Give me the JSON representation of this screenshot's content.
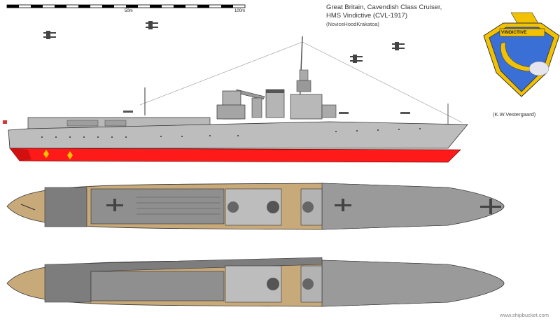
{
  "title": {
    "line1": "Great Britain, Cavendish Class Cruiser,",
    "line2": "HMS Vindictive (CVL-1917)",
    "authors": "(NoviceHoodKrakatoa)"
  },
  "scale_bar": {
    "label_mid": "50m",
    "label_end": "100m"
  },
  "crest": {
    "banner_text": "VINDICTIVE"
  },
  "credit": "(K.W.Vestergaard)",
  "site": "www.shipbucket.com",
  "colors": {
    "hull_grey": "#bdbdbd",
    "deck_wood": "#c8a97a",
    "antifouling_red": "#ff1a1a",
    "crest_blue": "#3a6fd6",
    "crest_gold": "#f2c200"
  }
}
